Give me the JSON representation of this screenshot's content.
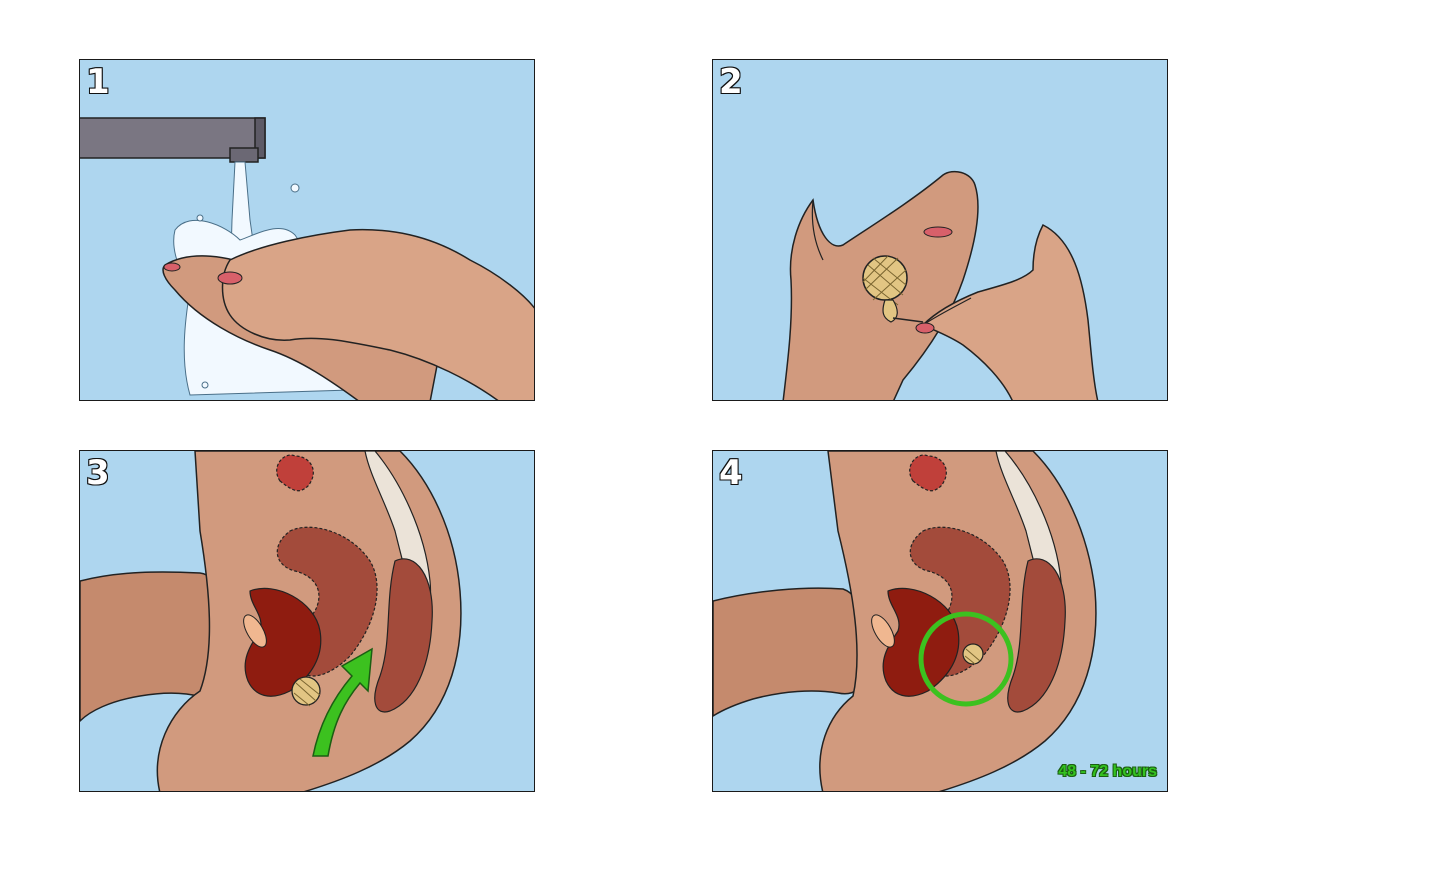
{
  "steps": [
    {
      "number": "1",
      "scene": "washing-hands"
    },
    {
      "number": "2",
      "scene": "holding-insert"
    },
    {
      "number": "3",
      "scene": "insertion"
    },
    {
      "number": "4",
      "scene": "in-place"
    }
  ],
  "step4_duration": "48 - 72 hours",
  "colors": {
    "sky": "#aed6ef",
    "skin": "#d19a7e",
    "skin_shadow": "#b27a60",
    "tissue_dark": "#8f1c10",
    "tissue_mid": "#c0403a",
    "tissue_light": "#a34b3b",
    "arrow": "#3cc11f",
    "faucet": "#7a7682",
    "water": "#f2f9ff",
    "nail": "#d8606a"
  },
  "icons": {
    "arrow": "up-arrow-icon",
    "target": "green-circle-icon"
  }
}
